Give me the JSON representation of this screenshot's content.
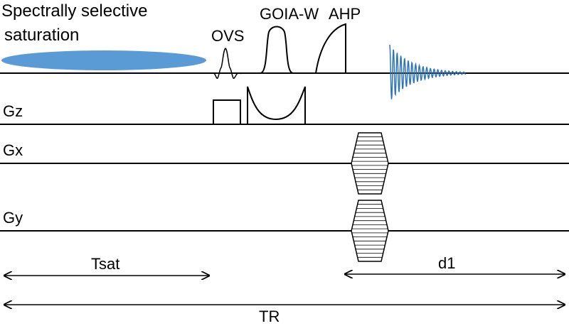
{
  "labels": {
    "sat_line1": "Spectrally selective",
    "sat_line2": "saturation",
    "ovs": "OVS",
    "goia": "GOIA-W",
    "ahp": "AHP",
    "gz": "Gz",
    "gx": "Gx",
    "gy": "Gy",
    "tsat": "Tsat",
    "d1": "d1",
    "tr": "TR"
  },
  "colors": {
    "saturation_pulse": "#5b9bd5",
    "fid_signal": "#2e75b6",
    "lines": "#000000"
  }
}
